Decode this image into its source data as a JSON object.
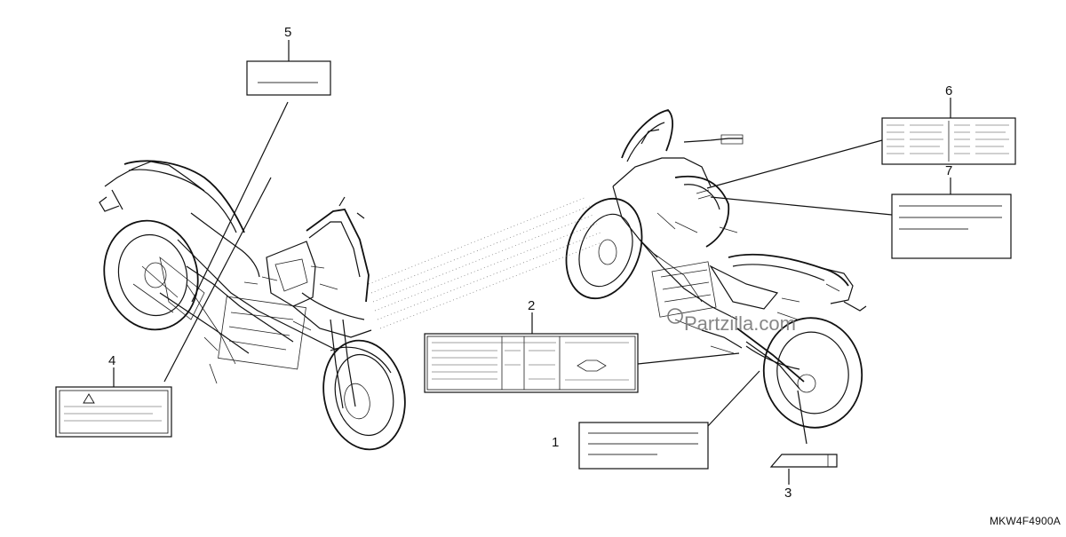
{
  "diagram": {
    "code": "MKW4F4900A",
    "watermark": "Partzilla.com"
  },
  "callouts": [
    {
      "id": "1",
      "label": "1"
    },
    {
      "id": "2",
      "label": "2"
    },
    {
      "id": "3",
      "label": "3"
    },
    {
      "id": "4",
      "label": "4"
    },
    {
      "id": "5",
      "label": "5"
    },
    {
      "id": "6",
      "label": "6"
    },
    {
      "id": "7",
      "label": "7"
    }
  ],
  "colors": {
    "line": "#111111",
    "background": "#ffffff",
    "watermark": "#7a7a7a"
  }
}
